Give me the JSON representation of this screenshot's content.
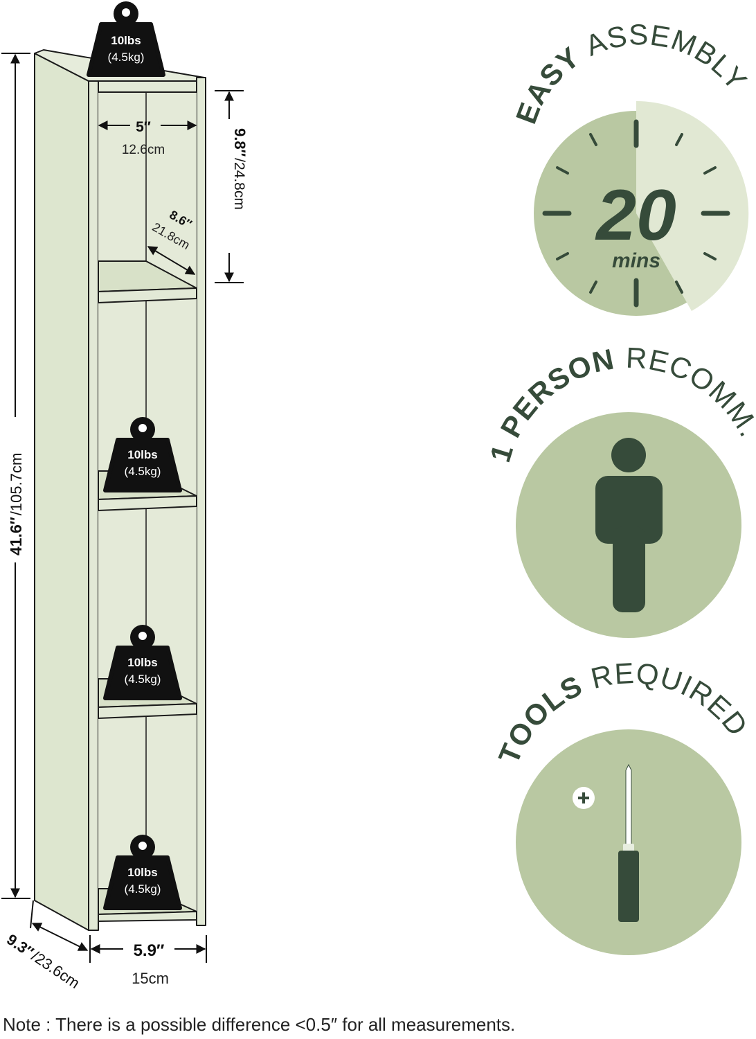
{
  "shelf": {
    "top_weight": {
      "value": "10lbs",
      "metric": "(4.5kg)"
    },
    "shelf_weights": [
      {
        "value": "10lbs",
        "metric": "(4.5kg)"
      },
      {
        "value": "10lbs",
        "metric": "(4.5kg)"
      },
      {
        "value": "10lbs",
        "metric": "(4.5kg)"
      }
    ],
    "inner_width": {
      "imperial": "5″",
      "metric": "12.6cm"
    },
    "inner_depth": {
      "imperial": "8.6″",
      "metric": "21.8cm"
    },
    "compartment_height": {
      "imperial": "9.8″",
      "metric": "/24.8cm"
    },
    "total_height": {
      "imperial": "41.6″",
      "metric": "/105.7cm"
    },
    "total_width": {
      "imperial": "5.9″",
      "metric": "15cm"
    },
    "total_depth": {
      "imperial": "9.3″",
      "metric": "/23.6cm"
    }
  },
  "badges": {
    "assembly": {
      "title_bold": "EASY",
      "title_light": "ASSEMBLY",
      "time_value": "20",
      "time_unit": "mins",
      "icon": "clock-icon"
    },
    "people": {
      "title_bold": "1 PERSON",
      "title_light": "RECOMM.",
      "icon": "person-icon"
    },
    "tools": {
      "title_bold": "TOOLS",
      "title_light": "REQUIRED",
      "icon": "screwdriver-icon"
    }
  },
  "note": "Note : There is a possible difference <0.5″ for all measurements.",
  "colors": {
    "panel": "#e2e9d6",
    "circle": "#b9c8a2",
    "circle_light": "#e1e8d3",
    "dark_green": "#364b3a",
    "ink": "#111111"
  }
}
